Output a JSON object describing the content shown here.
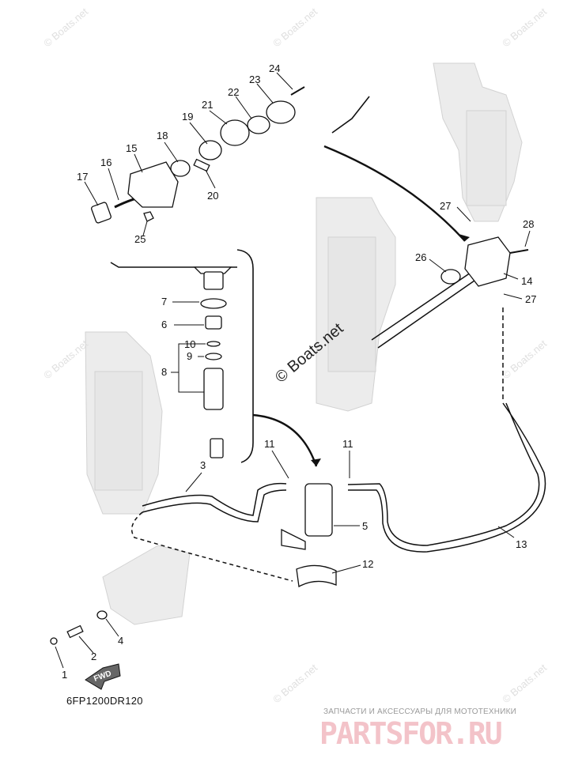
{
  "watermarks": {
    "text": "© Boats.net",
    "center_text": "© Boats.net"
  },
  "diagram_code": "6FP1200DR120",
  "fwd_label": "FWD",
  "footer": {
    "subtitle": "ЗАПЧАСТИ И АКСЕССУАРЫ ДЛЯ МОТОТЕХНИКИ",
    "logo": "PARTSFOR.RU"
  },
  "callouts": [
    "1",
    "2",
    "3",
    "4",
    "5",
    "6",
    "7",
    "8",
    "9",
    "10",
    "11",
    "11",
    "12",
    "13",
    "14",
    "15",
    "16",
    "17",
    "18",
    "19",
    "20",
    "21",
    "22",
    "23",
    "24",
    "25",
    "26",
    "27",
    "27",
    "28"
  ],
  "colors": {
    "line": "#111111",
    "ghost": "#d6d6d6",
    "footer_red": "#f3c3c9"
  }
}
